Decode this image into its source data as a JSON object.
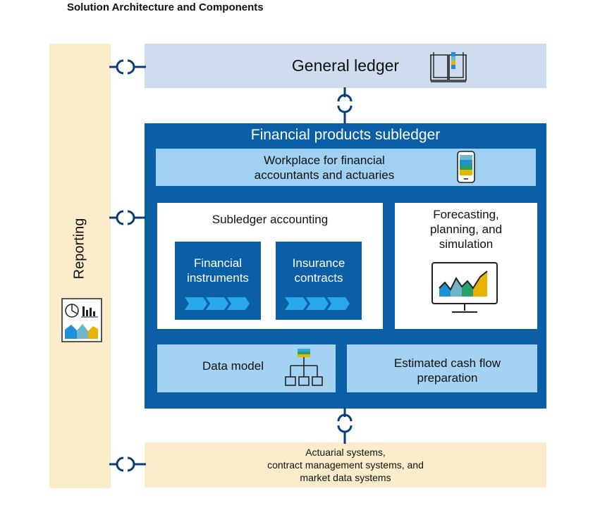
{
  "heading": "Solution Architecture and Components",
  "reporting": {
    "label": "Reporting",
    "icon": "reporting-dashboard-icon"
  },
  "general_ledger": {
    "label": "General ledger",
    "icon": "ledger-book-icon"
  },
  "subledger": {
    "title": "Financial products subledger",
    "workplace": {
      "line1": "Workplace for financial",
      "line2": "accountants and actuaries",
      "icon": "mobile-phone-icon"
    },
    "subledger_accounting": {
      "title": "Subledger accounting",
      "financial_instruments": {
        "line1": "Financial",
        "line2": "instruments"
      },
      "insurance_contracts": {
        "line1": "Insurance",
        "line2": "contracts"
      }
    },
    "forecasting": {
      "line1": "Forecasting,",
      "line2": "planning, and",
      "line3": "simulation",
      "icon": "monitor-chart-icon"
    },
    "data_model": {
      "label": "Data model",
      "icon": "hierarchy-icon"
    },
    "cash_flow": {
      "line1": "Estimated cash flow",
      "line2": "preparation"
    }
  },
  "external_systems": {
    "line1": "Actuarial systems,",
    "line2": "contract management systems, and",
    "line3": "market data systems"
  },
  "colors": {
    "primary_blue": "#0a5fa6",
    "light_blue": "#a4d2f2",
    "pale_blue": "#cfdcef",
    "cream": "#fbeccb",
    "connector": "#0b3d7a"
  }
}
